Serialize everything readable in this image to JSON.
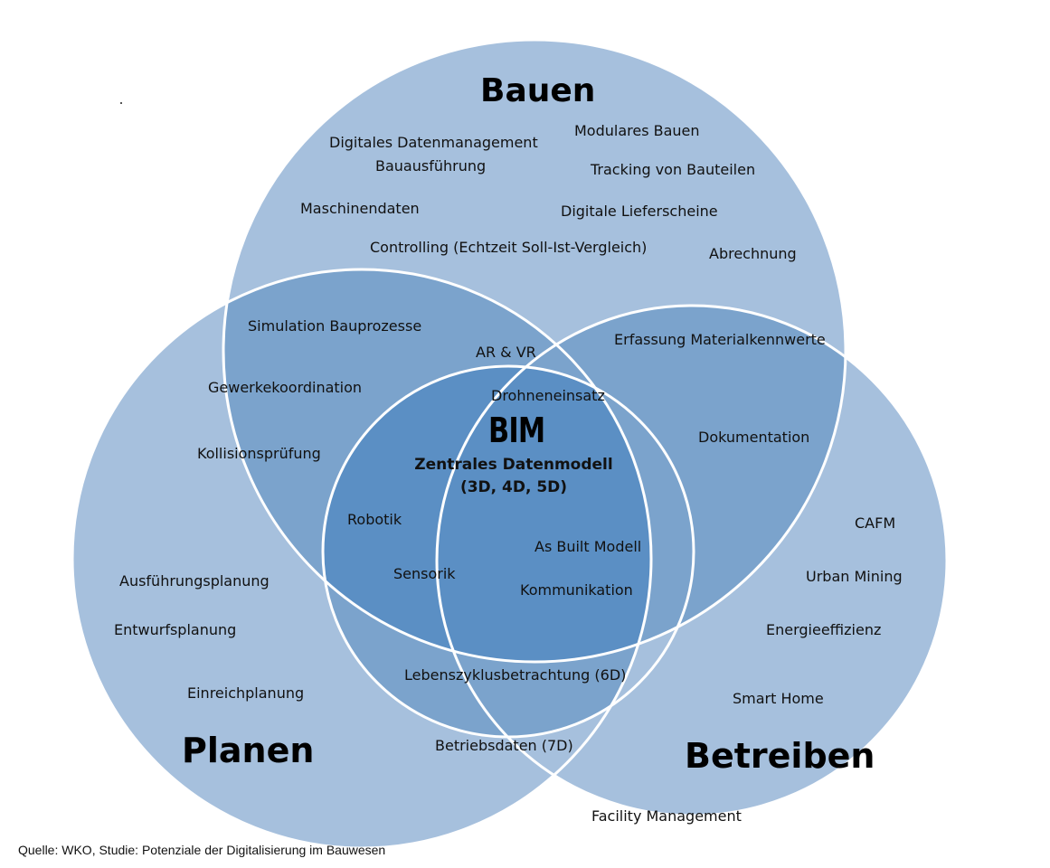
{
  "colors": {
    "circle_fill": "#a6c0dd",
    "pair_overlap": "#7ba3cc",
    "triple_overlap": "#5b8fc4",
    "outline": "#ffffff"
  },
  "titles": {
    "bauen": "Bauen",
    "planen": "Planen",
    "betreiben": "Betreiben"
  },
  "center": {
    "bim": "BIM",
    "line1": "Zentrales Datenmodell",
    "line2": "(3D, 4D, 5D)"
  },
  "bauen_items": [
    "Digitales Datenmanagement",
    "Bauausführung",
    "Modulares Bauen",
    "Tracking von Bauteilen",
    "Maschinendaten",
    "Digitale Lieferscheine",
    "Controlling (Echtzeit Soll-Ist-Vergleich)",
    "Abrechnung"
  ],
  "bauen_planen_items": [
    "Simulation Bauprozesse",
    "Gewerkekoordination",
    "Kollisionsprüfung"
  ],
  "bauen_betreiben_items": [
    "Erfassung Materialkennwerte",
    "Dokumentation"
  ],
  "all_three_items": [
    "AR & VR",
    "Drohneneinsatz",
    "Robotik",
    "As Built Modell",
    "Sensorik",
    "Kommunikation"
  ],
  "planen_items": [
    "Ausführungsplanung",
    "Entwurfsplanung",
    "Einreichplanung"
  ],
  "planen_betreiben_items": [
    "Lebenszyklusbetrachtung (6D)",
    "Betriebsdaten (7D)"
  ],
  "betreiben_items": [
    "CAFM",
    "Urban Mining",
    "Energieeffizienz",
    "Smart Home",
    "Facility Management"
  ],
  "source": "Quelle: WKO, Studie: Potenziale der Digitalisierung im Bauwesen"
}
